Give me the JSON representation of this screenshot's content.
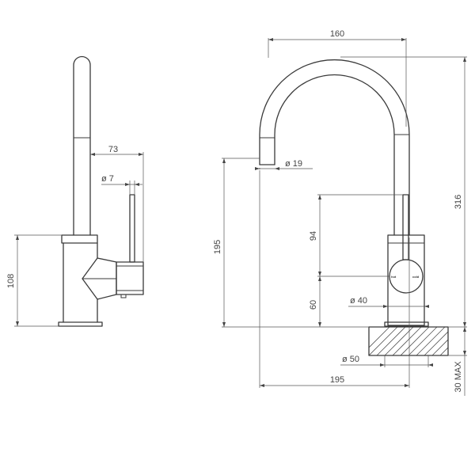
{
  "dimensions": {
    "side_reach": "73",
    "side_handle_dia": "ø 7",
    "side_body_height": "108",
    "top_width": "160",
    "spout_dia": "ø 19",
    "height_to_spout": "195",
    "overall_height": "316",
    "lever_height": "94",
    "body_lower": "60",
    "body_dia": "ø 40",
    "base_dia": "ø 50",
    "overall_reach": "195",
    "deck_thickness": "30 MAX"
  },
  "lever_marks": {
    "hot": "hot",
    "cold": "cold"
  }
}
